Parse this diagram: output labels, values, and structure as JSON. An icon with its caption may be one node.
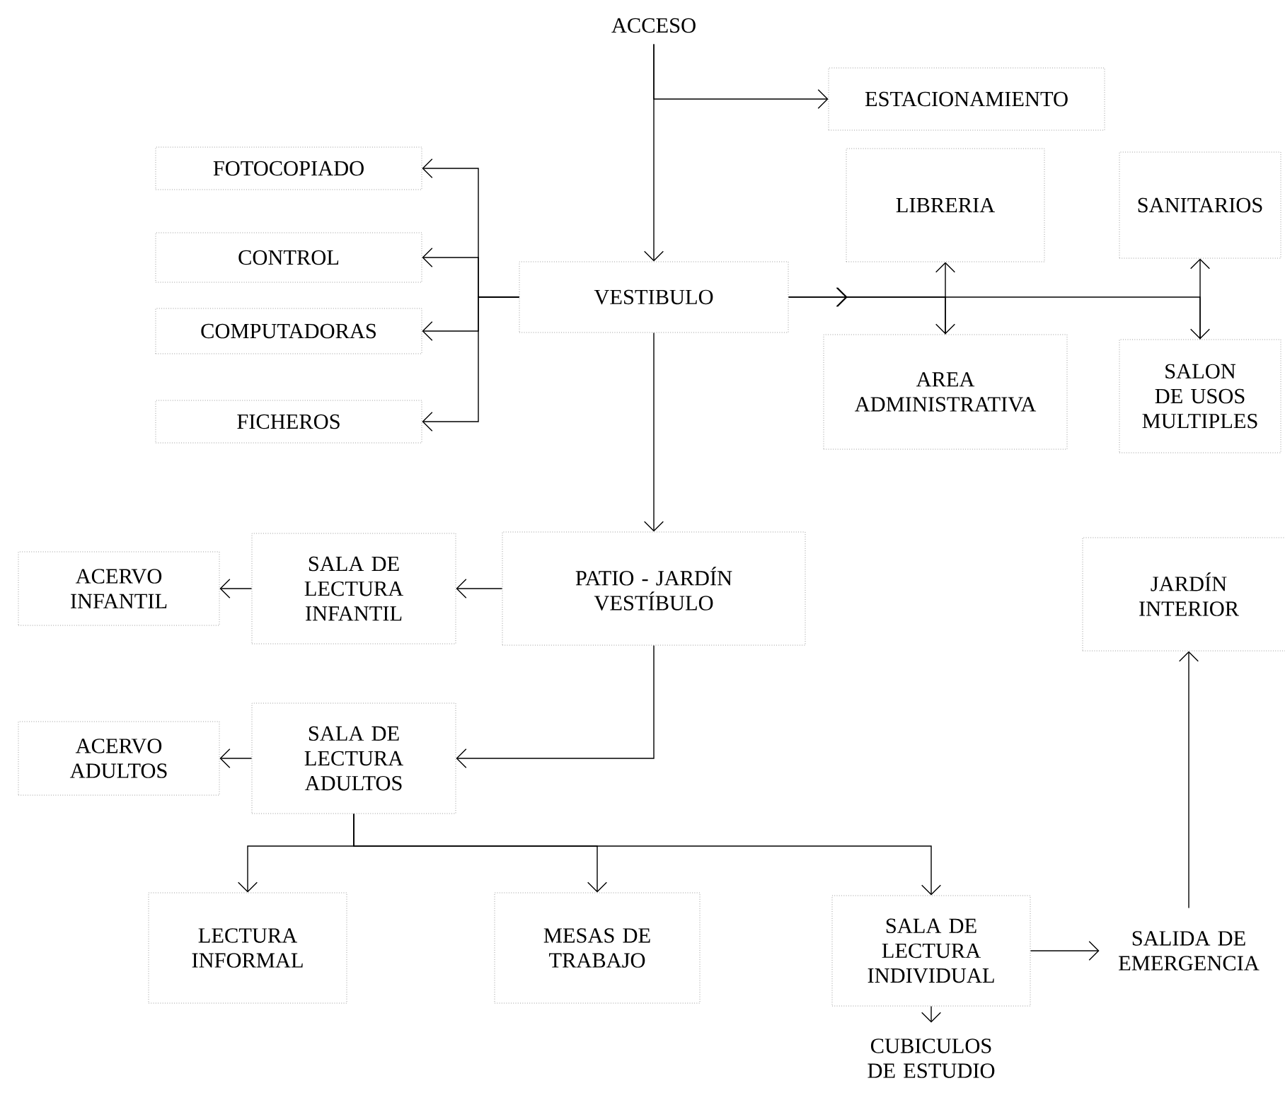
{
  "diagram": {
    "nodes": [
      {
        "text": [
          "ACCESO"
        ]
      },
      {
        "text": [
          "ESTACIONAMIENTO"
        ]
      },
      {
        "text": [
          "FOTOCOPIADO"
        ]
      },
      {
        "text": [
          "CONTROL"
        ]
      },
      {
        "text": [
          "COMPUTADORAS"
        ]
      },
      {
        "text": [
          "FICHEROS"
        ]
      },
      {
        "text": [
          "VESTIBULO"
        ]
      },
      {
        "text": [
          "LIBRERIA"
        ]
      },
      {
        "text": [
          "SANITARIOS"
        ]
      },
      {
        "text": [
          "AREA ADMINISTRATIVA"
        ]
      },
      {
        "text": [
          "SALON DE USOS MULTIPLES"
        ]
      },
      {
        "text": [
          "PATIO - JARDÍN VESTÍBULO"
        ]
      },
      {
        "text": [
          "SALA DE LECTURA INFANTIL"
        ]
      },
      {
        "text": [
          "ACERVO INFANTIL"
        ]
      },
      {
        "text": [
          "JARDÍN INTERIOR"
        ]
      },
      {
        "text": [
          "SALA DE LECTURA ADULTOS"
        ]
      },
      {
        "text": [
          "ACERVO ADULTOS"
        ]
      },
      {
        "text": [
          "LECTURA INFORMAL"
        ]
      },
      {
        "text": [
          "MESAS DE TRABAJO"
        ]
      },
      {
        "text": [
          "SALA DE LECTURA INDIVIDUAL"
        ]
      },
      {
        "text": [
          "SALIDA DE EMERGENCIA"
        ]
      },
      {
        "text": [
          "CUBICULOS DE ESTUDIO"
        ]
      }
    ],
    "edges": [
      {
        "from": 0,
        "to": 6,
        "arrow": "to"
      },
      {
        "from": 0,
        "to": 1,
        "arrow": "to"
      },
      {
        "from": 6,
        "to": 2,
        "arrow": "to"
      },
      {
        "from": 6,
        "to": 3,
        "arrow": "to"
      },
      {
        "from": 6,
        "to": 4,
        "arrow": "to"
      },
      {
        "from": 6,
        "to": 5,
        "arrow": "to"
      },
      {
        "from": 6,
        "to": 9,
        "arrow": "to"
      },
      {
        "from": 6,
        "to": 10,
        "arrow": "to"
      },
      {
        "from": 7,
        "to": 9,
        "arrow": "both"
      },
      {
        "from": 8,
        "to": 10,
        "arrow": "both"
      },
      {
        "from": 6,
        "to": 11,
        "arrow": "to"
      },
      {
        "from": 11,
        "to": 12,
        "arrow": "to"
      },
      {
        "from": 12,
        "to": 13,
        "arrow": "to"
      },
      {
        "from": 11,
        "to": 15,
        "arrow": "to"
      },
      {
        "from": 15,
        "to": 16,
        "arrow": "to"
      },
      {
        "from": 15,
        "to": 17,
        "arrow": "to"
      },
      {
        "from": 15,
        "to": 18,
        "arrow": "to"
      },
      {
        "from": 15,
        "to": 19,
        "arrow": "to"
      },
      {
        "from": 19,
        "to": 20,
        "arrow": "to"
      },
      {
        "from": 19,
        "to": 21,
        "arrow": "to"
      },
      {
        "from": 20,
        "to": 14,
        "arrow": "to"
      }
    ]
  }
}
